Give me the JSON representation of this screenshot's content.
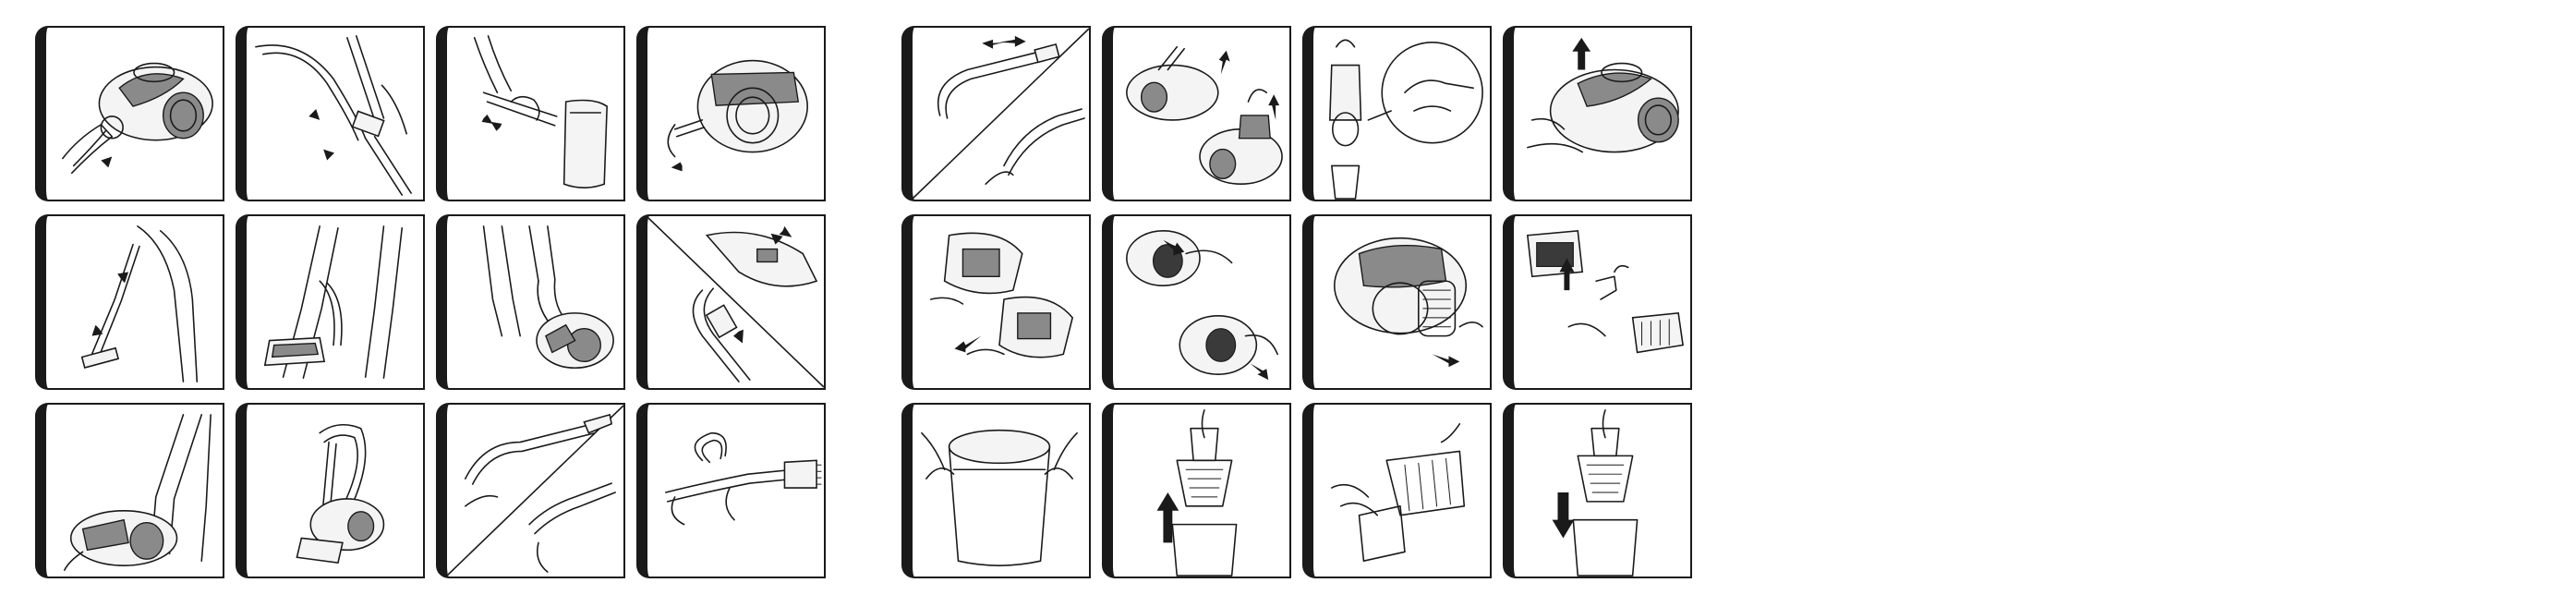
{
  "document": {
    "panel_groups": [
      {
        "name": "left",
        "rows": 3,
        "columns": 4,
        "panels": [
          {
            "illustration": "connect-hose-to-cleaner"
          },
          {
            "illustration": "connect-tube-to-hose"
          },
          {
            "illustration": "attach-floor-nozzle"
          },
          {
            "illustration": "plug-power-cord"
          },
          {
            "illustration": "adjust-telescopic-tube"
          },
          {
            "illustration": "floor-nozzle-brush-switch"
          },
          {
            "illustration": "press-power-pedal"
          },
          {
            "illustration": "adjust-suction-slider"
          },
          {
            "illustration": "park-tube-on-cleaner"
          },
          {
            "illustration": "store-cleaner-upright"
          },
          {
            "illustration": "use-crevice-tool"
          },
          {
            "illustration": "use-brush-tool"
          }
        ]
      },
      {
        "name": "right",
        "rows": 3,
        "columns": 4,
        "panels": [
          {
            "illustration": "detach-tube"
          },
          {
            "illustration": "remove-dust-container"
          },
          {
            "illustration": "empty-dust-container"
          },
          {
            "illustration": "replace-dust-container"
          },
          {
            "illustration": "open-filter-cover"
          },
          {
            "illustration": "remove-exhaust-filter"
          },
          {
            "illustration": "remove-motor-filter"
          },
          {
            "illustration": "wash-filters"
          },
          {
            "illustration": "open-dust-container"
          },
          {
            "illustration": "pull-out-cyclone"
          },
          {
            "illustration": "clean-cyclone"
          },
          {
            "illustration": "reinsert-cyclone"
          }
        ]
      }
    ],
    "colors": {
      "line": "#1a1a1a",
      "tab": "#1a1a1a",
      "body_fill": "#f4f4f4",
      "accent_grey": "#8a8a8a"
    }
  }
}
